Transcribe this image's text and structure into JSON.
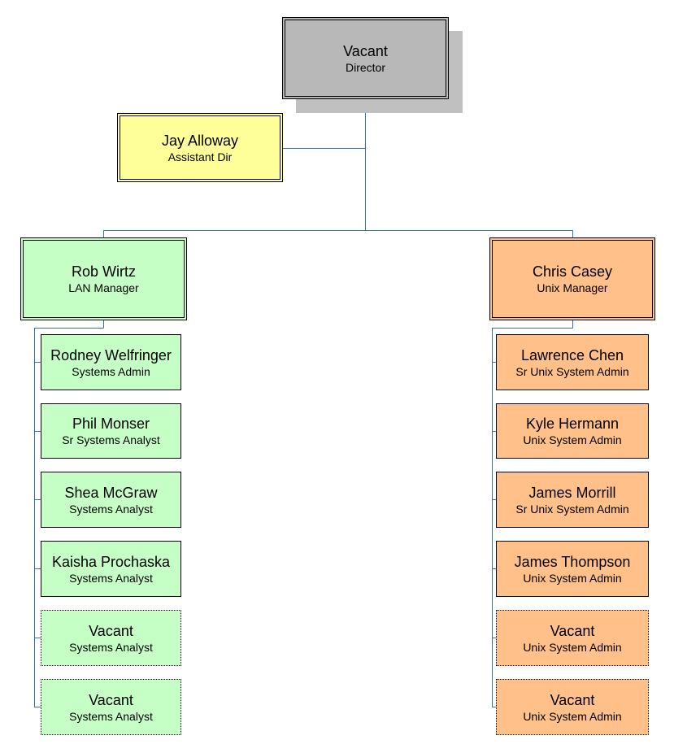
{
  "colors": {
    "director": "#b8b8b8",
    "assistant": "#ffff99",
    "lan_team": "#c6ffc6",
    "unix_team": "#ffc08a",
    "connector": "#3a6ea5"
  },
  "director": {
    "name": "Vacant",
    "title": "Director"
  },
  "assistant": {
    "name": "Jay Alloway",
    "title": "Assistant Dir"
  },
  "lan_manager": {
    "name": "Rob Wirtz",
    "title": "LAN Manager"
  },
  "unix_manager": {
    "name": "Chris Casey",
    "title": "Unix Manager"
  },
  "lan_staff": [
    {
      "name": "Rodney Welfringer",
      "title": "Systems Admin",
      "vacant": false
    },
    {
      "name": "Phil Monser",
      "title": "Sr Systems Analyst",
      "vacant": false
    },
    {
      "name": "Shea McGraw",
      "title": "Systems Analyst",
      "vacant": false
    },
    {
      "name": "Kaisha Prochaska",
      "title": "Systems Analyst",
      "vacant": false
    },
    {
      "name": "Vacant",
      "title": "Systems Analyst",
      "vacant": true
    },
    {
      "name": "Vacant",
      "title": "Systems Analyst",
      "vacant": true
    }
  ],
  "unix_staff": [
    {
      "name": "Lawrence Chen",
      "title": "Sr Unix System Admin",
      "vacant": false
    },
    {
      "name": "Kyle Hermann",
      "title": "Unix System Admin",
      "vacant": false
    },
    {
      "name": "James Morrill",
      "title": "Sr Unix System Admin",
      "vacant": false
    },
    {
      "name": "James Thompson",
      "title": "Unix System Admin",
      "vacant": false
    },
    {
      "name": "Vacant",
      "title": "Unix System Admin",
      "vacant": true
    },
    {
      "name": "Vacant",
      "title": "Unix System Admin",
      "vacant": true
    }
  ]
}
